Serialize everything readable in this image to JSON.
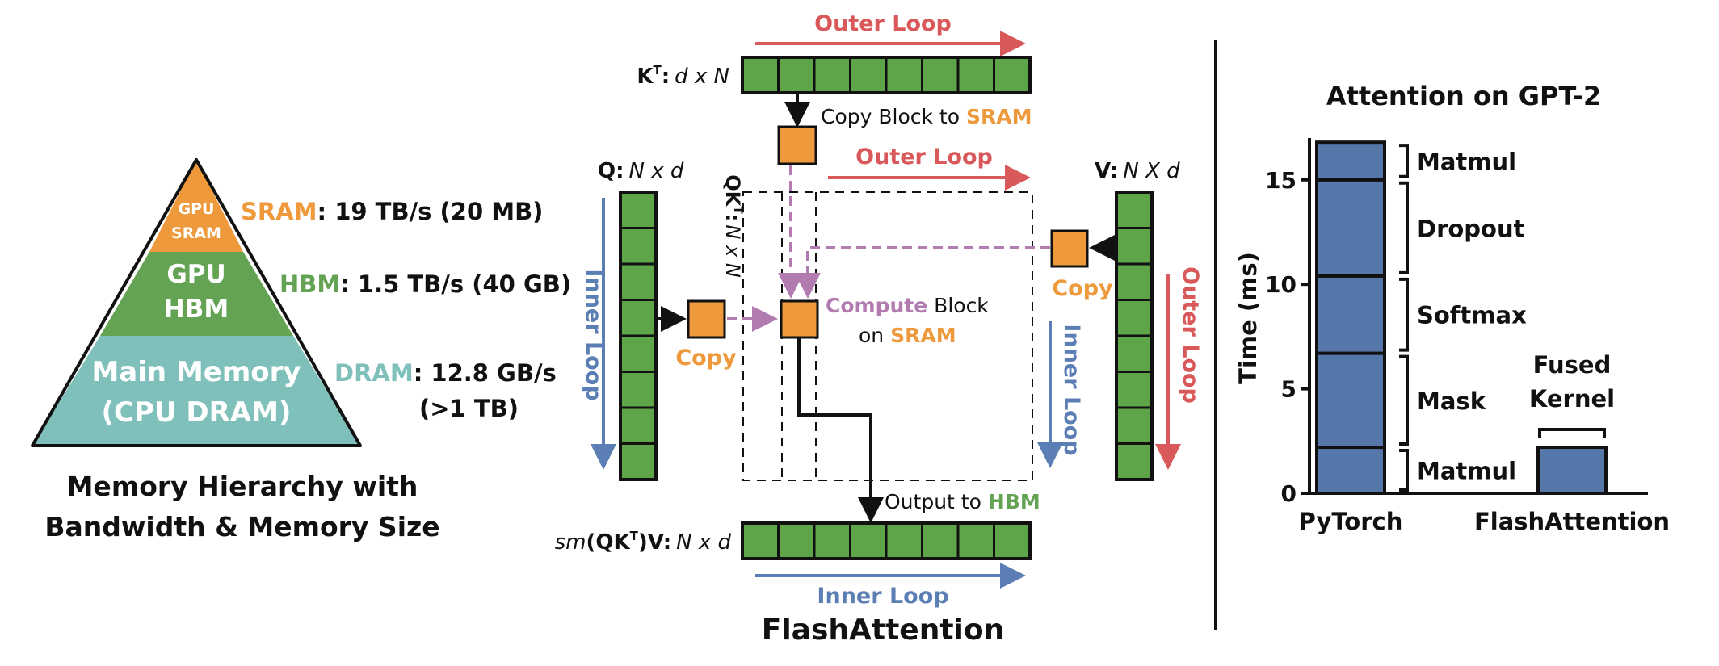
{
  "colors": {
    "sram": "#EE9A3C",
    "hbm": "#64A354",
    "dram": "#7FC0BB",
    "outer_loop": "#D9585A",
    "inner_loop": "#5B7FB4",
    "compute": "#B27CB0",
    "block_green": "#5DA548",
    "bar": "#5677A9",
    "black": "#111111"
  },
  "hierarchy": {
    "pyramid": {
      "top_line1": "GPU",
      "top_line2": "SRAM",
      "mid_line1": "GPU",
      "mid_line2": "HBM",
      "bottom_line1": "Main Memory",
      "bottom_line2": "(CPU DRAM)"
    },
    "sram_name": "SRAM",
    "sram_spec": ": 19 TB/s (20 MB)",
    "hbm_name": "HBM",
    "hbm_spec": ": 1.5 TB/s (40 GB)",
    "dram_name": "DRAM",
    "dram_spec": ": 12.8 GB/s",
    "dram_spec2": "(>1 TB)",
    "caption_line1": "Memory Hierarchy with",
    "caption_line2": "Bandwidth & Memory Size"
  },
  "flash": {
    "outer_loop_top": "Outer Loop",
    "outer_loop_mid": "Outer Loop",
    "outer_loop_right": "Outer Loop",
    "inner_loop_left": "Inner Loop",
    "inner_loop_right": "Inner Loop",
    "inner_loop_bottom": "Inner Loop",
    "kt_label": "K",
    "kt_sup": "T",
    "kt_colon": ":",
    "kt_dims": "d x N",
    "q_label": "Q:",
    "q_dims": "N x d",
    "v_label": "V:",
    "v_dims": "N X d",
    "qkt_label": "QK",
    "qkt_sup": "T",
    "qkt_colon": ":",
    "qkt_dims": "N x N",
    "copy_block_to": "Copy Block to",
    "copy_block_sram": "SRAM",
    "copy_left": "Copy",
    "copy_right": "Copy",
    "compute_word": "Compute",
    "compute_rest": "Block",
    "compute_on": "on",
    "compute_sram": "SRAM",
    "output_to": "Output to",
    "output_hbm": "HBM",
    "sm_prefix": "sm",
    "sm_paren": "(QK",
    "sm_sup": "T",
    "sm_suffix": ")V:",
    "sm_dims": "N x d",
    "title": "FlashAttention"
  },
  "chart_data": {
    "type": "bar",
    "title": "Attention on GPT-2",
    "ylabel": "Time (ms)",
    "xlabel": "",
    "ylim": [
      0,
      17
    ],
    "yticks": [
      0,
      5,
      10,
      15
    ],
    "categories": [
      "PyTorch",
      "FlashAttention"
    ],
    "stacks": [
      {
        "category": "PyTorch",
        "segments": [
          {
            "name": "Matmul",
            "from": 0,
            "to": 2.2
          },
          {
            "name": "Mask",
            "from": 2.2,
            "to": 6.7
          },
          {
            "name": "Softmax",
            "from": 6.7,
            "to": 10.4
          },
          {
            "name": "Dropout",
            "from": 10.4,
            "to": 15.0
          },
          {
            "name": "Matmul",
            "from": 15.0,
            "to": 16.8
          }
        ]
      },
      {
        "category": "FlashAttention",
        "segments": [
          {
            "name": "Fused Kernel",
            "from": 0,
            "to": 2.2
          }
        ]
      }
    ],
    "segment_labels": [
      "Matmul",
      "Dropout",
      "Softmax",
      "Mask",
      "Matmul"
    ],
    "fused_label_line1": "Fused",
    "fused_label_line2": "Kernel",
    "grid": false,
    "legend": "none"
  }
}
